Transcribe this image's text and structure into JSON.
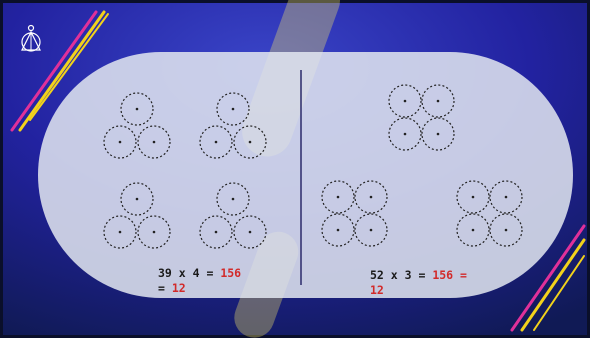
{
  "colors": {
    "background": "#1e1e8a",
    "pill": "#e2e6f0",
    "circle_stroke": "#222222",
    "divider": "#2b2a6a",
    "text": "#1a1a1a",
    "highlight": "#d22a2a",
    "stripe_pink": "#e0309a",
    "stripe_yellow": "#f2d21b"
  },
  "logo": {
    "icon": "triangle-circle-emblem-icon"
  },
  "left": {
    "figure": "three-circle-triangle",
    "count": 4,
    "equation": {
      "lhs": "39 x 4 =",
      "value": "156",
      "line2_prefix": "=",
      "result": "12"
    }
  },
  "right": {
    "figure": "four-circle-square",
    "count": 3,
    "equation": {
      "lhs": "52 x 3 =",
      "value": "156",
      "trail": "=",
      "result": "12"
    }
  }
}
